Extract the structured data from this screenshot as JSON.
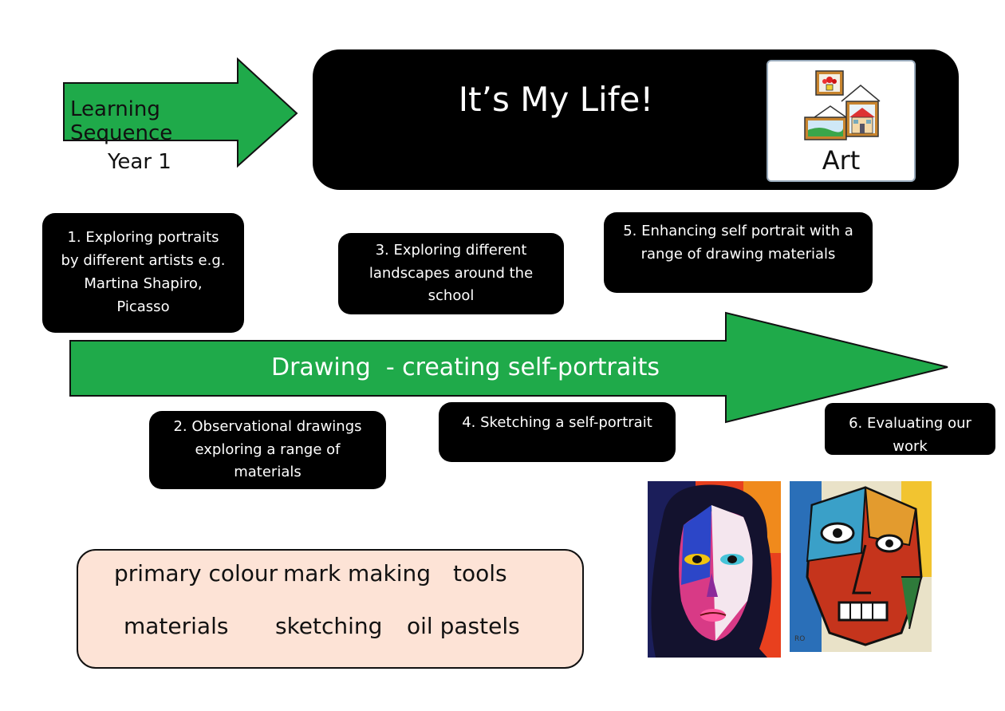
{
  "header": {
    "sequence_label": "Learning Sequence",
    "year_label": "Year 1",
    "title": "It’s My Life!",
    "subject_label": "Art"
  },
  "main_arrow": {
    "label": "Drawing  - creating self-portraits"
  },
  "steps": [
    {
      "text": "1. Exploring portraits by different artists e.g. Martina Shapiro, Picasso"
    },
    {
      "text": "2. Observational drawings exploring a range of materials"
    },
    {
      "text": "3. Exploring different landscapes around the school"
    },
    {
      "text": "4. Sketching a self-portrait"
    },
    {
      "text": "5. Enhancing self portrait with a range of drawing materials"
    },
    {
      "text": "6. Evaluating our work"
    }
  ],
  "vocabulary": [
    "primary colour",
    "mark making",
    "tools",
    "materials",
    "sketching",
    "oil pastels"
  ],
  "colors": {
    "arrow_green": "#1faa4a",
    "vocab_bg": "#fde3d6",
    "box_black": "#000000"
  },
  "images": [
    {
      "icon": "portrait-painting-woman-icon"
    },
    {
      "icon": "portrait-painting-cubist-face-icon",
      "signature": "RO"
    }
  ]
}
